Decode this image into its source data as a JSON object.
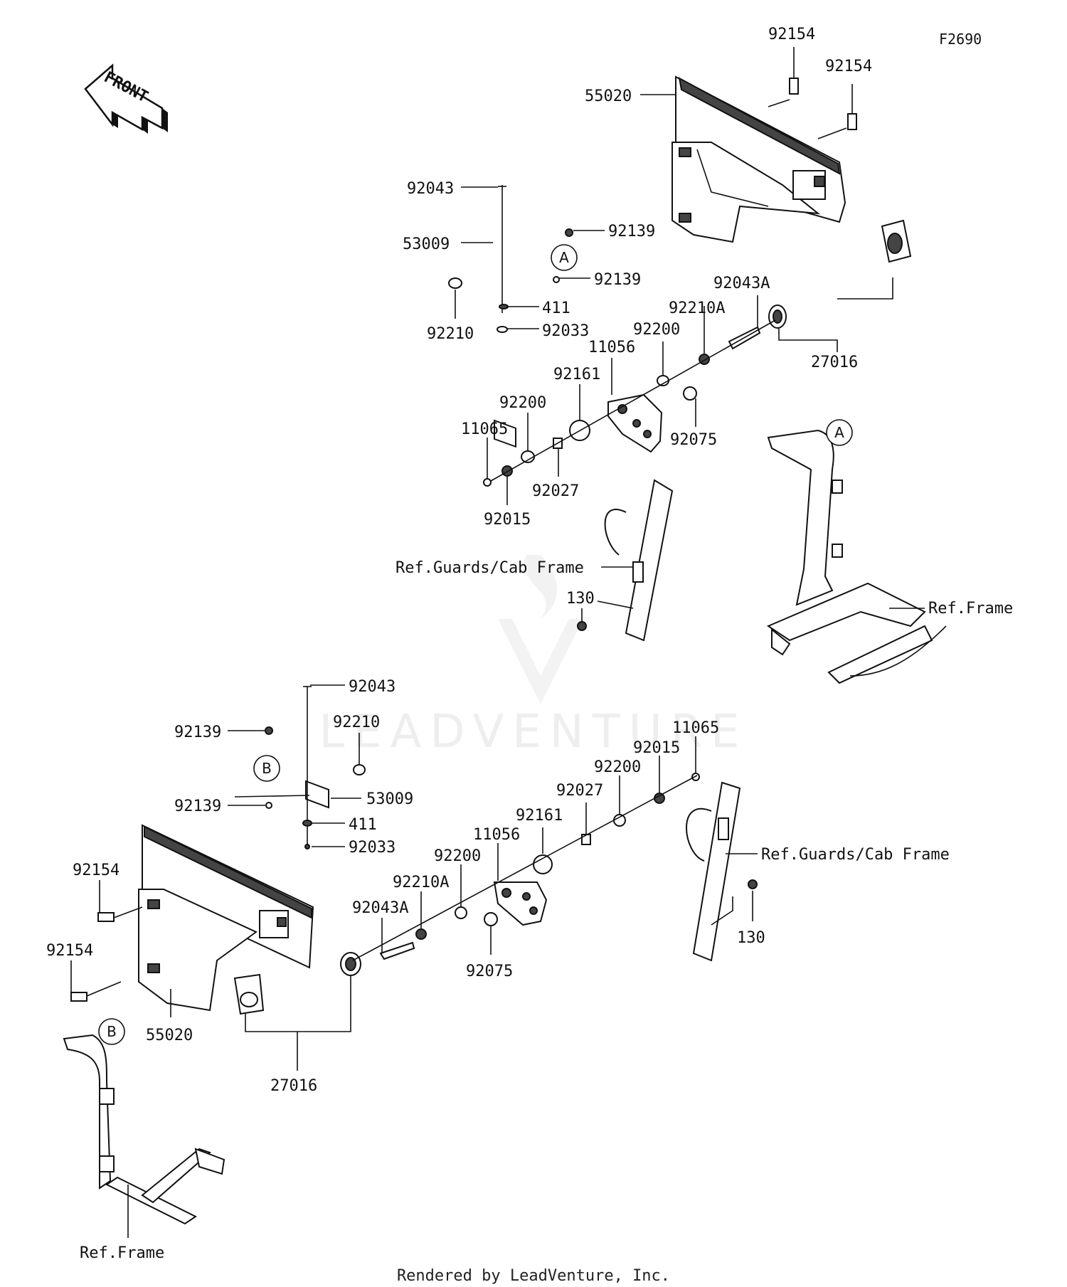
{
  "diagram_code": "F2690",
  "front_label": "FRONT",
  "footer": "Rendered by LeadVenture, Inc.",
  "watermark": "LEADVENTURE",
  "callouts": {
    "a": "A",
    "b": "B"
  },
  "upper_labels": {
    "p92154a": "92154",
    "p92154b": "92154",
    "p55020": "55020",
    "p92043": "92043",
    "p53009": "53009",
    "p92139a": "92139",
    "p92139b": "92139",
    "p92210": "92210",
    "p411": "411",
    "p92033": "92033",
    "p92043A": "92043A",
    "p92210A": "92210A",
    "p92200a": "92200",
    "p11056": "11056",
    "p27016": "27016",
    "p92161": "92161",
    "p92200b": "92200",
    "p11065": "11065",
    "p92075": "92075",
    "p92027": "92027",
    "p92015": "92015",
    "ref_guards": "Ref.Guards/Cab Frame",
    "p130": "130",
    "ref_frame": "Ref.Frame"
  },
  "lower_labels": {
    "p92043": "92043",
    "p92139a": "92139",
    "p92210": "92210",
    "p11065": "11065",
    "p92015": "92015",
    "p92200a": "92200",
    "p92027": "92027",
    "p53009": "53009",
    "p92139b": "92139",
    "p411": "411",
    "p92033": "92033",
    "p11056": "11056",
    "p92161": "92161",
    "ref_guards": "Ref.Guards/Cab Frame",
    "p92154a": "92154",
    "p92200b": "92200",
    "p92210A": "92210A",
    "p92043A": "92043A",
    "p130": "130",
    "p92154b": "92154",
    "p92075": "92075",
    "p55020": "55020",
    "p27016": "27016",
    "ref_frame": "Ref.Frame"
  }
}
